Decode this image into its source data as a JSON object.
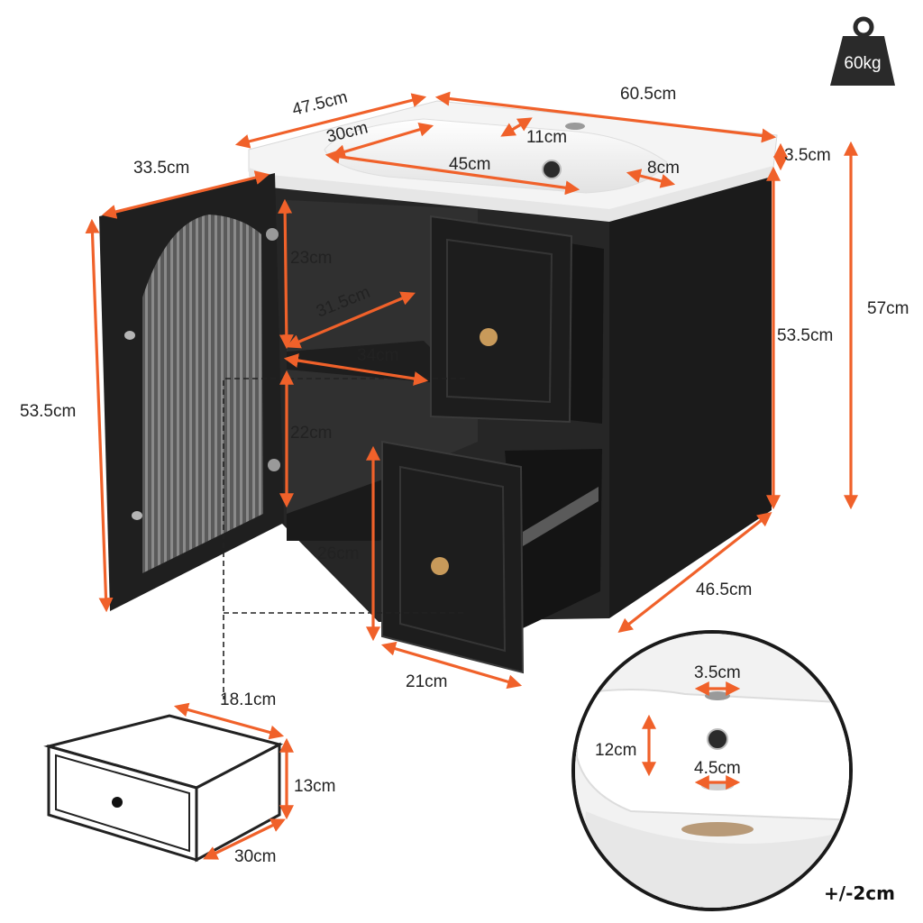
{
  "colors": {
    "dimension_arrow": "#f0612a",
    "cabinet": "#1b1b1b",
    "basin": "#f4f4f4",
    "knob": "#c89a5a",
    "text": "#222222"
  },
  "weight_badge": {
    "icon": "weight-icon",
    "label": "60kg"
  },
  "dimensions": {
    "sink_depth": "47.5cm",
    "sink_width": "60.5cm",
    "basin_depth": "30cm",
    "tap_to_back": "11cm",
    "basin_width": "45cm",
    "basin_side": "8cm",
    "sink_thickness": "3.5cm",
    "door_width": "33.5cm",
    "door_height": "53.5cm",
    "upper_shelf_height": "23cm",
    "shelf_depth": "31.5cm",
    "shelf_width": "34cm",
    "lower_shelf_height": "22cm",
    "drawer_front_height": "26cm",
    "drawer_front_width": "21cm",
    "cabinet_height": "53.5cm",
    "total_height": "57cm",
    "cabinet_depth": "46.5cm",
    "drawer_depth": "18.1cm",
    "drawer_height": "13cm",
    "drawer_width": "30cm"
  },
  "detail": {
    "tap_hole": "3.5cm",
    "basin_height": "12cm",
    "drain_hole": "4.5cm"
  },
  "tolerance": "+/-2cm"
}
